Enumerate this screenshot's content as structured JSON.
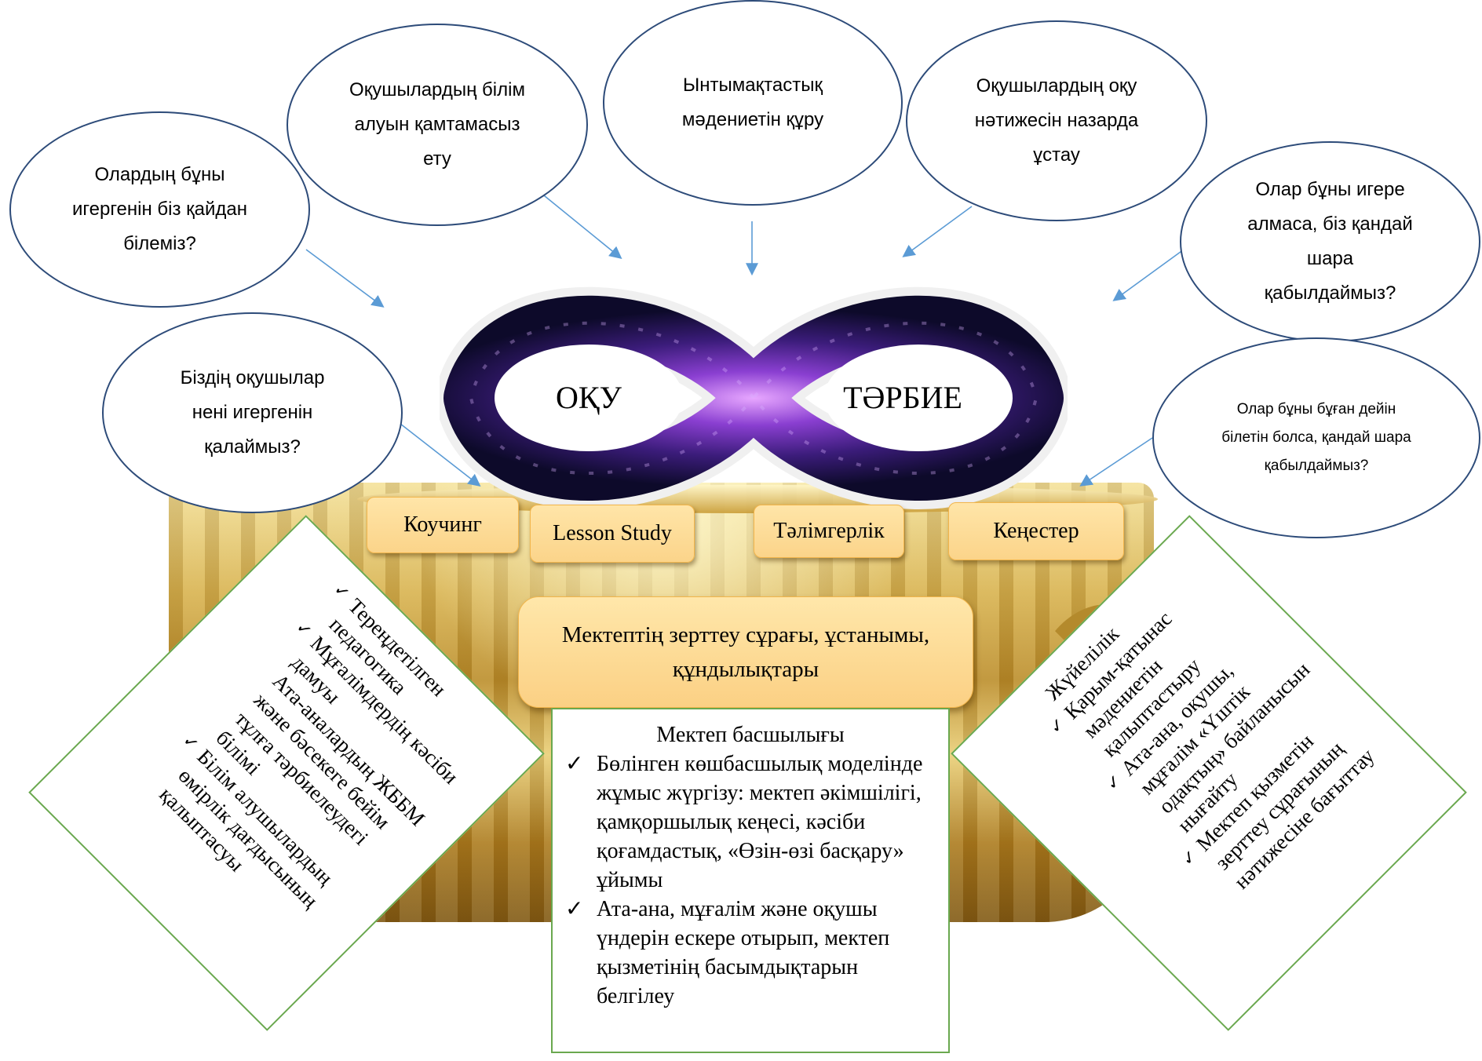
{
  "questions": {
    "q1": "Олардың бұны игергенін біз қайдан білеміз?",
    "q2": "Оқушылардың білім алуын қамтамасыз ету",
    "q3": "Ынтымақтастық мәдениетін құру",
    "q4": "Оқушылардың оқу нәтижесін назарда ұстау",
    "q5": "Олар бұны игере алмаса, біз қандай шара қабылдаймыз?",
    "q6": "Біздің оқушылар нені игергенін қалаймыз?",
    "q7": "Олар бұны бұған дейін білетін болса, қандай шара қабылдаймыз?"
  },
  "infinity": {
    "left_label": "ОҚУ",
    "right_label": "ТӘРБИЕ"
  },
  "practices": [
    "Коучинг",
    "Lesson Study",
    "Тәлімгерлік",
    "Кеңестер"
  ],
  "research_question": "Мектептің зерттеу сұрағы, ұстанымы, құндылықтары",
  "leadership": {
    "title": "Мектеп басшылығы",
    "items": [
      "Бөлінген көшбасшылық моделінде жұмыс жүргізу: мектеп әкімшілігі, қамқоршылық кеңесі, кәсіби қоғамдастық, «Өзін-өзі басқару» ұйымы",
      "Ата-ана, мұғалім және оқушы үндерін ескере отырып, мектеп қызметінің басымдықтарын белгілеу"
    ]
  },
  "left_panel": {
    "items": [
      "Тереңдетілген педагогика",
      "Мұғалімдердің кәсіби дамуы",
      "Ата-аналардың ЖББМ және бәсекеге бейім тұлға тәрбиелеудегі білімі",
      "Білім алушылардың өмірлік дағдысының қалыптасуы"
    ]
  },
  "right_panel": {
    "items": [
      "Жүйелілік",
      "Қарым-қатынас мәдениетін қалыптастыру",
      "Ата-ана, оқушы, мұғалім «Үштік одақтың» байланысын нығайту",
      "Мектеп қызметін зерттеу сұрағының нәтижесіне бағыттау"
    ]
  },
  "check_symbol": "✓",
  "colors": {
    "oval_border": "#2d4b79",
    "arrow": "#5b9bd5",
    "panel_border": "#6aa84f",
    "box_fill": "#fbd48a"
  }
}
